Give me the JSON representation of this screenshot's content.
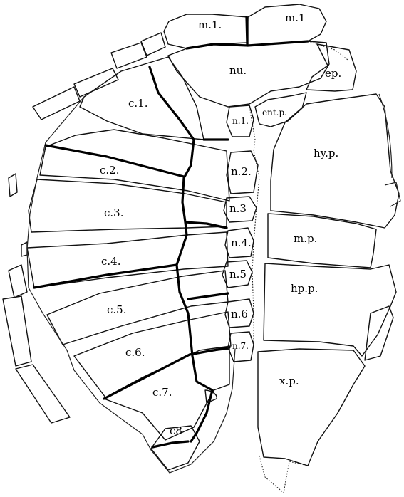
{
  "figure": {
    "labels": {
      "m1_left": "m.1.",
      "m1_right": "m.1",
      "nu": "nu.",
      "ep": "ep.",
      "entp": "ent.p.",
      "hyp": "hy.p.",
      "mp": "m.p.",
      "hpp": "hp.p.",
      "xp": "x.p.",
      "c1": "c.1.",
      "c2": "c.2.",
      "c3": "c.3.",
      "c4": "c.4.",
      "c5": "c.5.",
      "c6": "c.6.",
      "c7": "c.7.",
      "c8": "c8",
      "n1": "n.1.",
      "n2": "n.2.",
      "n3": "n.3",
      "n4": "n.4.",
      "n5": "n.5",
      "n6": "n.6",
      "n7": "n.7."
    }
  }
}
